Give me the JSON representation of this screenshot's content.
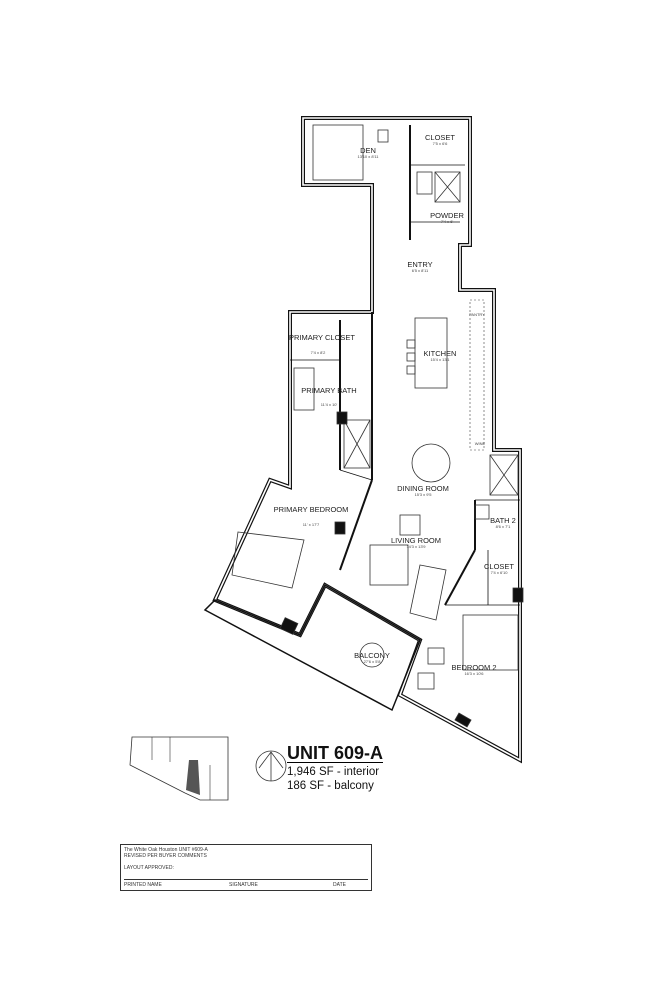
{
  "plan": {
    "rooms": [
      {
        "name": "DEN",
        "dims": "13'10 x 8'11"
      },
      {
        "name": "CLOSET",
        "dims": "7'5 x 6'6"
      },
      {
        "name": "POWDER",
        "dims": "7'4 x 6'"
      },
      {
        "name": "ENTRY",
        "dims": "6'5 x 8'11"
      },
      {
        "name": "PRIMARY CLOSET",
        "dims": "7'4 x 8'2"
      },
      {
        "name": "KITCHEN",
        "dims": "15'4 x 13'1"
      },
      {
        "name": "PRIMARY BATH",
        "dims": "11'4 x 10'"
      },
      {
        "name": "DINING ROOM",
        "dims": "15'3 x 9'5"
      },
      {
        "name": "PRIMARY BEDROOM",
        "dims": "11' x 17'7"
      },
      {
        "name": "LIVING ROOM",
        "dims": "14'3 x 13'9"
      },
      {
        "name": "BATH 2",
        "dims": "8'6 x 7'1"
      },
      {
        "name": "CLOSET",
        "dims": "7'4 x 6'10"
      },
      {
        "name": "BEDROOM 2",
        "dims": "16'3 x 10'6"
      },
      {
        "name": "BALCONY",
        "dims": "27'6 x 5'8"
      }
    ],
    "fixtures": {
      "pantry": "PANTRY",
      "wine": "WINE"
    }
  },
  "unit": {
    "title": "UNIT 609-A",
    "interior": "1,946 SF - interior",
    "balcony": "186 SF - balcony"
  },
  "title_block": {
    "line1": "The White Oak Houston UNIT #609-A",
    "line2": "REVISED PER BUYER COMMENTS",
    "approved": "LAYOUT APPROVED:",
    "printed_name": "PRINTED NAME",
    "signature": "SIGNATURE",
    "date": "DATE"
  },
  "colors": {
    "walls": "#111111",
    "highlight": "#555555"
  }
}
